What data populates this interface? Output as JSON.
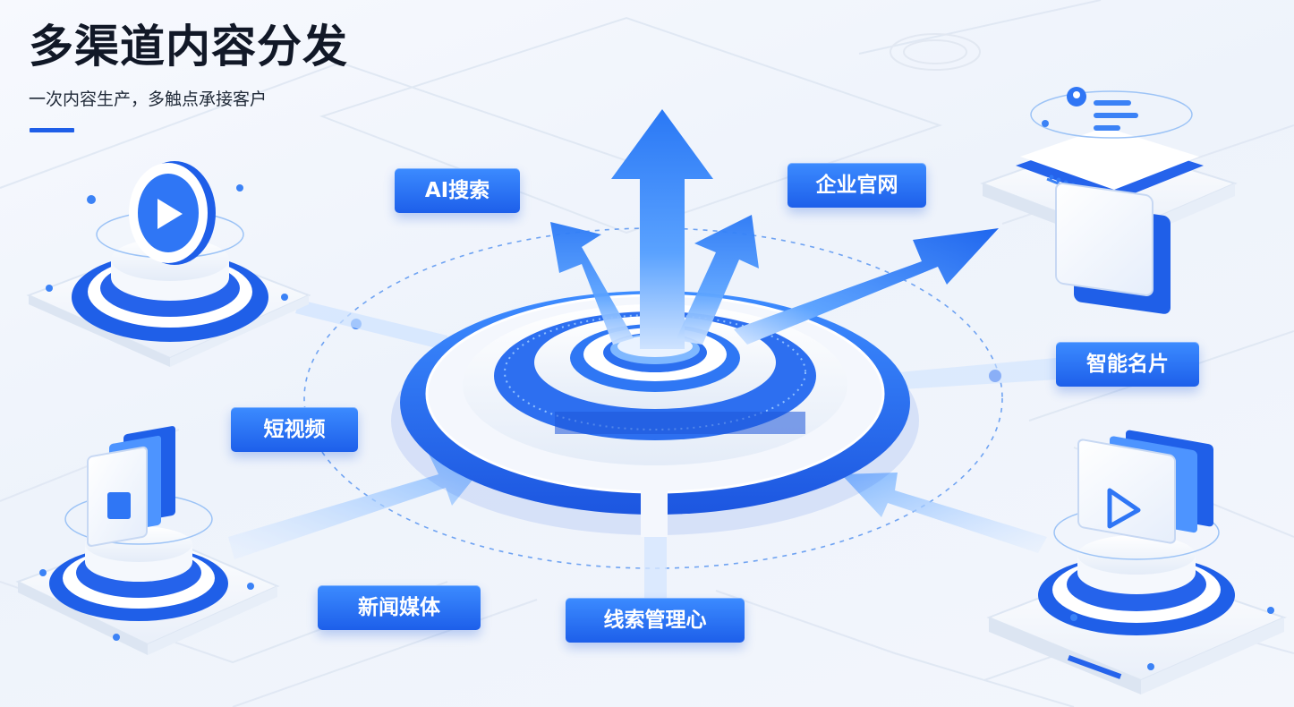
{
  "header": {
    "title": "多渠道内容分发",
    "subtitle": "一次内容生产，多触点承接客户"
  },
  "channels": [
    {
      "id": "ai-search",
      "label": "AI搜索"
    },
    {
      "id": "corporate-website",
      "label": "企业官网"
    },
    {
      "id": "smart-business-card",
      "label": "智能名片"
    },
    {
      "id": "short-video",
      "label": "短视频"
    },
    {
      "id": "news-media",
      "label": "新闻媒体"
    },
    {
      "id": "lead-management",
      "label": "线索管理心"
    }
  ],
  "icons": {
    "hub": "distribution-hub-icon",
    "top_left": "play-video-icon",
    "bottom_left": "video-cards-icon",
    "top_right": "location-card-icon",
    "bottom_right": "video-player-icon"
  },
  "colors": {
    "primary": "#1e5ee8",
    "accent": "#3c8bff",
    "light": "#cfe1ff",
    "background": "#f3f6fc"
  }
}
